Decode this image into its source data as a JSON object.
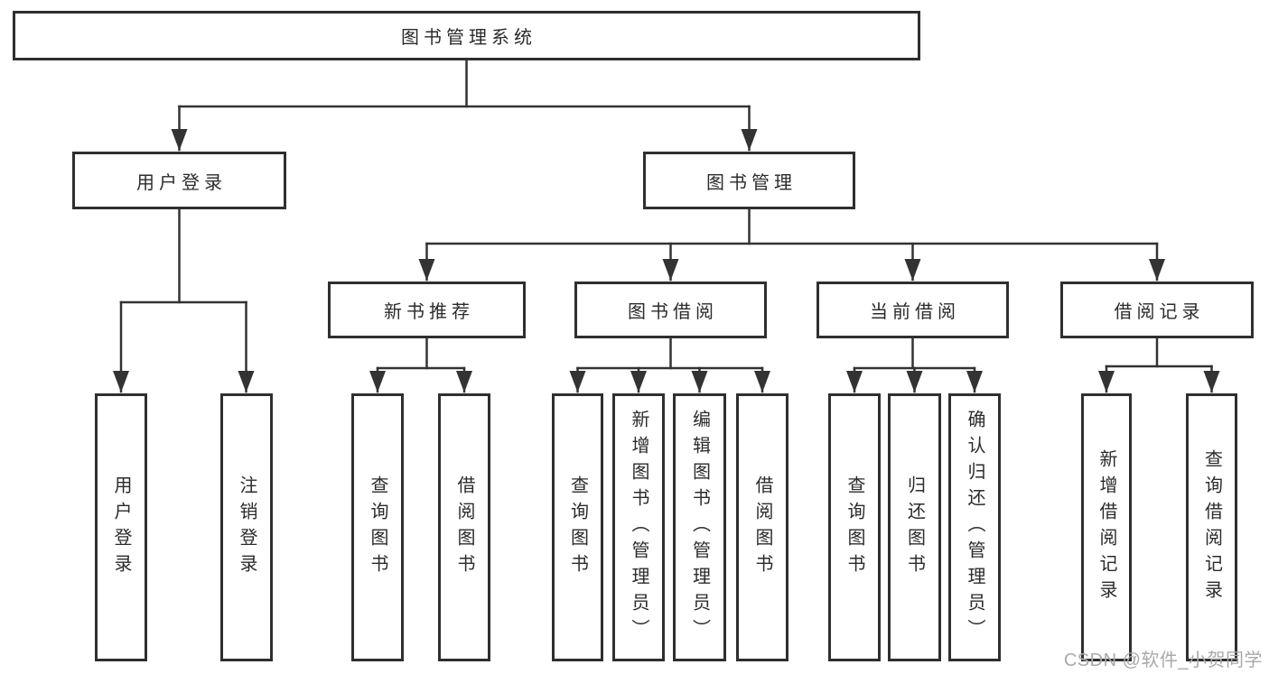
{
  "tree": {
    "root": {
      "label": "图书管理系统"
    },
    "level2": [
      {
        "label": "用户登录"
      },
      {
        "label": "图书管理"
      }
    ],
    "level3": [
      {
        "label": "新书推荐"
      },
      {
        "label": "图书借阅"
      },
      {
        "label": "当前借阅"
      },
      {
        "label": "借阅记录"
      }
    ],
    "leaves": {
      "user_login": [
        {
          "label": "用户登录"
        },
        {
          "label": "注销登录"
        }
      ],
      "new_book": [
        {
          "label": "查询图书"
        },
        {
          "label": "借阅图书"
        }
      ],
      "book_borrow": [
        {
          "label": "查询图书"
        },
        {
          "label": "新增图书（管理员）"
        },
        {
          "label": "编辑图书（管理员）"
        },
        {
          "label": "借阅图书"
        }
      ],
      "current_borrow": [
        {
          "label": "查询图书"
        },
        {
          "label": "归还图书"
        },
        {
          "label": "确认归还（管理员）"
        }
      ],
      "records": [
        {
          "label": "新增借阅记录"
        },
        {
          "label": "查询借阅记录"
        }
      ]
    }
  },
  "watermark": {
    "text": "CSDN @软件_小贺同学"
  },
  "colors": {
    "line": "#333333",
    "box_border": "#2f2f2f",
    "text": "#2b2b2b",
    "background": "#ffffff",
    "watermark": "#a9a9a9"
  }
}
